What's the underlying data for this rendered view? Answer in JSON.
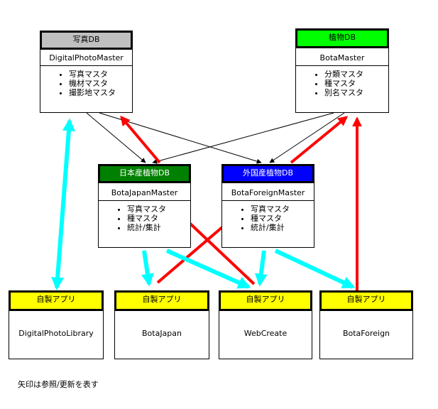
{
  "databases": {
    "photo": {
      "title": "写真DB",
      "master": "DigitalPhotoMaster",
      "items": [
        "写真マスタ",
        "機材マスタ",
        "撮影地マスタ"
      ],
      "color": "#c0c0c0"
    },
    "plant": {
      "title": "植物DB",
      "master": "BotaMaster",
      "items": [
        "分類マスタ",
        "種マスタ",
        "別名マスタ"
      ],
      "color": "#00ff00"
    },
    "japan": {
      "title": "日本産植物DB",
      "master": "BotaJapanMaster",
      "items": [
        "写真マスタ",
        "種マスタ",
        "統計/集計"
      ],
      "color": "#008000"
    },
    "foreign": {
      "title": "外国産植物DB",
      "master": "BotaForeignMaster",
      "items": [
        "写真マスタ",
        "種マスタ",
        "統計/集計"
      ],
      "color": "#0000ff"
    }
  },
  "apps": [
    {
      "label": "自製アプリ",
      "name": "DigitalPhotoLibrary"
    },
    {
      "label": "自製アプリ",
      "name": "BotaJapan"
    },
    {
      "label": "自製アプリ",
      "name": "WebCreate"
    },
    {
      "label": "自製アプリ",
      "name": "BotaForeign"
    }
  ],
  "caption": "矢印は参照/更新を表す",
  "colors": {
    "app_header": "#ffff00",
    "reference_arrow": "#000000",
    "update_arrow": "#ff0000",
    "bidirectional_arrow": "#00ffff"
  }
}
